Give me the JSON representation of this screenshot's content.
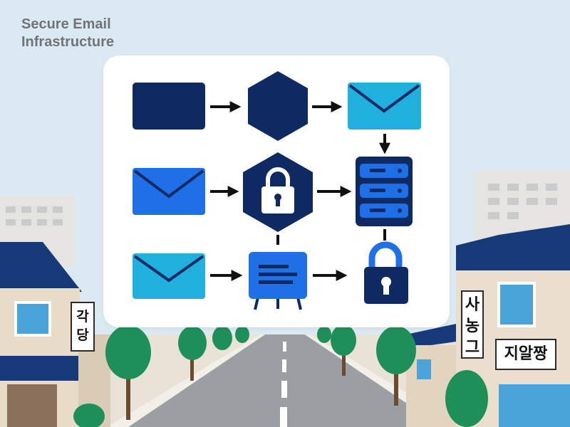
{
  "title": {
    "line1": "Secure Email",
    "line2": "Infrastructure"
  },
  "signs": {
    "left": [
      "각",
      "당"
    ],
    "right_vertical": [
      "사",
      "농",
      "그"
    ],
    "right_horizontal": "지알짱"
  },
  "colors": {
    "navy": "#0f2a63",
    "cyan": "#1fb0de",
    "blue": "#1f6fe6",
    "sky": "#dbe9f2",
    "road": "#9b9fa3",
    "tree": "#1f8f5a"
  },
  "diagram": {
    "nodes": [
      {
        "id": "n1",
        "icon": "rectangle-block"
      },
      {
        "id": "n2",
        "icon": "hexagon"
      },
      {
        "id": "n3",
        "icon": "envelope-icon"
      },
      {
        "id": "n4",
        "icon": "envelope-icon"
      },
      {
        "id": "n5",
        "icon": "lock-icon"
      },
      {
        "id": "n6",
        "icon": "server-icon"
      },
      {
        "id": "n7",
        "icon": "envelope-icon"
      },
      {
        "id": "n8",
        "icon": "document-board-icon"
      },
      {
        "id": "n9",
        "icon": "lock-icon"
      }
    ],
    "edges": [
      {
        "from": "n1",
        "to": "n2"
      },
      {
        "from": "n2",
        "to": "n3"
      },
      {
        "from": "n3",
        "to": "n6"
      },
      {
        "from": "n4",
        "to": "n5"
      },
      {
        "from": "n5",
        "to": "n6"
      },
      {
        "from": "n7",
        "to": "n8"
      },
      {
        "from": "n8",
        "to": "n9"
      },
      {
        "from": "n5",
        "to": "n8"
      },
      {
        "from": "n6",
        "to": "n9"
      }
    ]
  }
}
